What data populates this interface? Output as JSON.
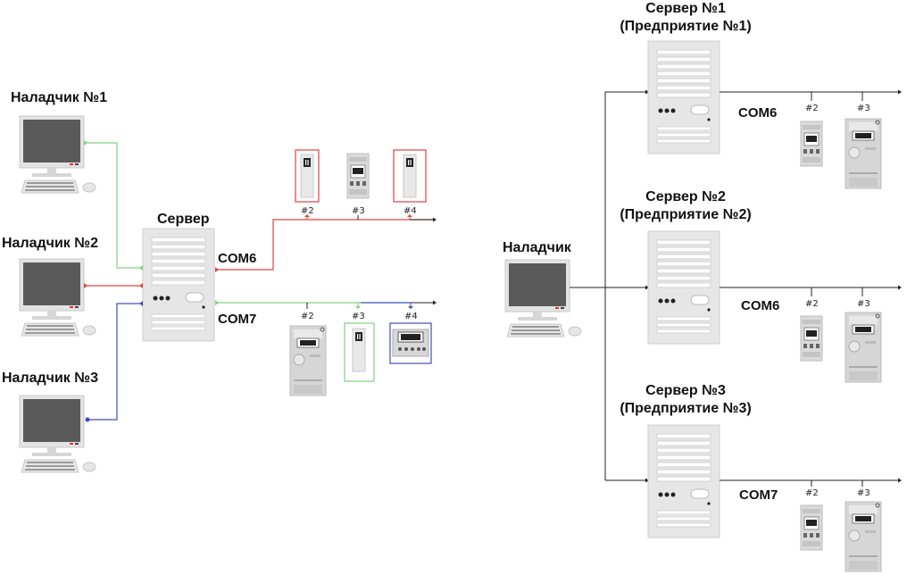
{
  "left": {
    "operators": [
      {
        "label": "Наладчик №1",
        "link_color": "#7ed37e"
      },
      {
        "label": "Наладчик №2",
        "link_color": "#e0443a"
      },
      {
        "label": "Наладчик №3",
        "link_color": "#3d4fb5"
      }
    ],
    "server_label": "Сервер",
    "ports": [
      {
        "label": "COM6",
        "color": "#e0443a",
        "devices": [
          {
            "num": "#2",
            "type": "slim",
            "frame": "#e0443a"
          },
          {
            "num": "#3",
            "type": "din",
            "frame": ""
          },
          {
            "num": "#4",
            "type": "slim",
            "frame": "#e0443a"
          }
        ]
      },
      {
        "label": "COM7",
        "color": "#7ed37e",
        "devices": [
          {
            "num": "#2",
            "type": "meter",
            "frame": ""
          },
          {
            "num": "#3",
            "type": "slim",
            "frame": "#7ed37e",
            "arrow": "#7ed37e"
          },
          {
            "num": "#4",
            "type": "box",
            "frame": "#3d4fb5",
            "arrow": "#3d4fb5"
          }
        ]
      }
    ]
  },
  "right": {
    "operator_label": "Наладчик",
    "servers": [
      {
        "title": "Сервер №1",
        "subtitle": "(Предприятие №1)",
        "port": "COM6",
        "devices": [
          "#2",
          "#3"
        ]
      },
      {
        "title": "Сервер №2",
        "subtitle": "(Предприятие №2)",
        "port": "COM6",
        "devices": [
          "#2",
          "#3"
        ]
      },
      {
        "title": "Сервер №3",
        "subtitle": "(Предприятие №3)",
        "port": "COM7",
        "devices": [
          "#2",
          "#3"
        ]
      }
    ]
  },
  "colors": {
    "line": "#222222",
    "device_gray": "#d8d8d8",
    "monitor_screen": "#5a5a5a"
  }
}
